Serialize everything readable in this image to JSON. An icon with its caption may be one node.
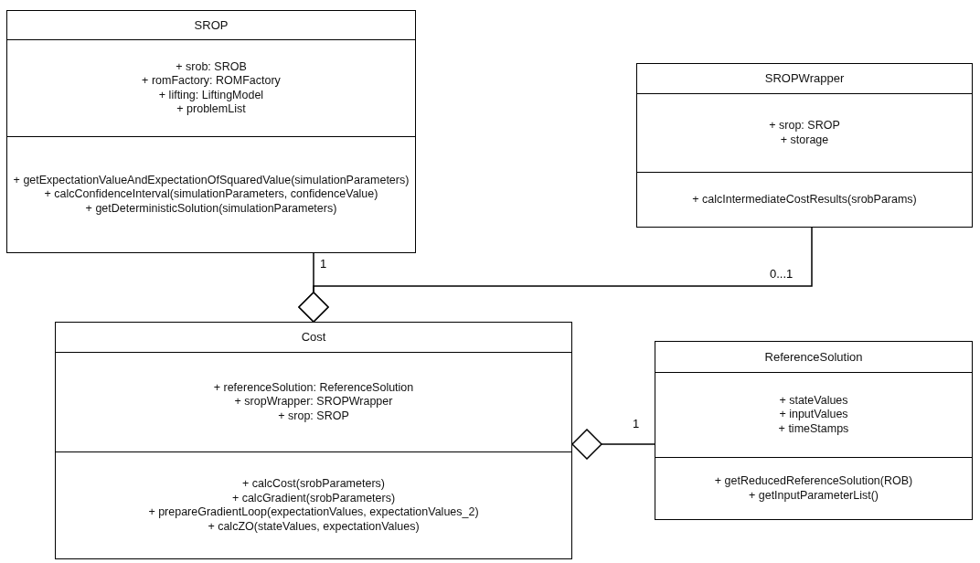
{
  "diagram": {
    "nodes": [
      {
        "text": [
          "SROP",
          "+ srob: SROB",
          "+ romFactory: ROMFactory",
          "+ lifting: LiftingModel",
          "+ problemList",
          "+ getExpectationValueAndExpectationOfSquaredValue(simulationParameters)",
          "+ calcConfidenceInterval(simulationParameters, confidenceValue)",
          "+ getDeterministicSolution(simulationParameters)"
        ]
      },
      {
        "text": [
          "SROPWrapper",
          "+ srop: SROP",
          "+ storage",
          "+ calcIntermediateCostResults(srobParams)"
        ]
      },
      {
        "text": [
          "Cost",
          "+ referenceSolution: ReferenceSolution",
          "+ sropWrapper: SROPWrapper",
          "+ srop: SROP",
          "+ calcCost(srobParameters)",
          "+ calcGradient(srobParameters)",
          "+ prepareGradientLoop(expectationValues, expectationValues_2)",
          "+ calcZO(stateValues, expectationValues)"
        ]
      },
      {
        "text": [
          "ReferenceSolution",
          "+ stateValues",
          "+ inputValues",
          "+ timeStamps",
          "+ getReducedReferenceSolution(ROB)",
          "+ getInputParameterList()"
        ]
      }
    ],
    "edges": [
      {
        "from": 0,
        "to": 2,
        "arrow": "other"
      },
      {
        "from": 1,
        "to": 2,
        "arrow": "other"
      },
      {
        "from": 3,
        "to": 2,
        "arrow": "other"
      }
    ],
    "labels": [
      "1",
      "0...1",
      "1"
    ]
  }
}
